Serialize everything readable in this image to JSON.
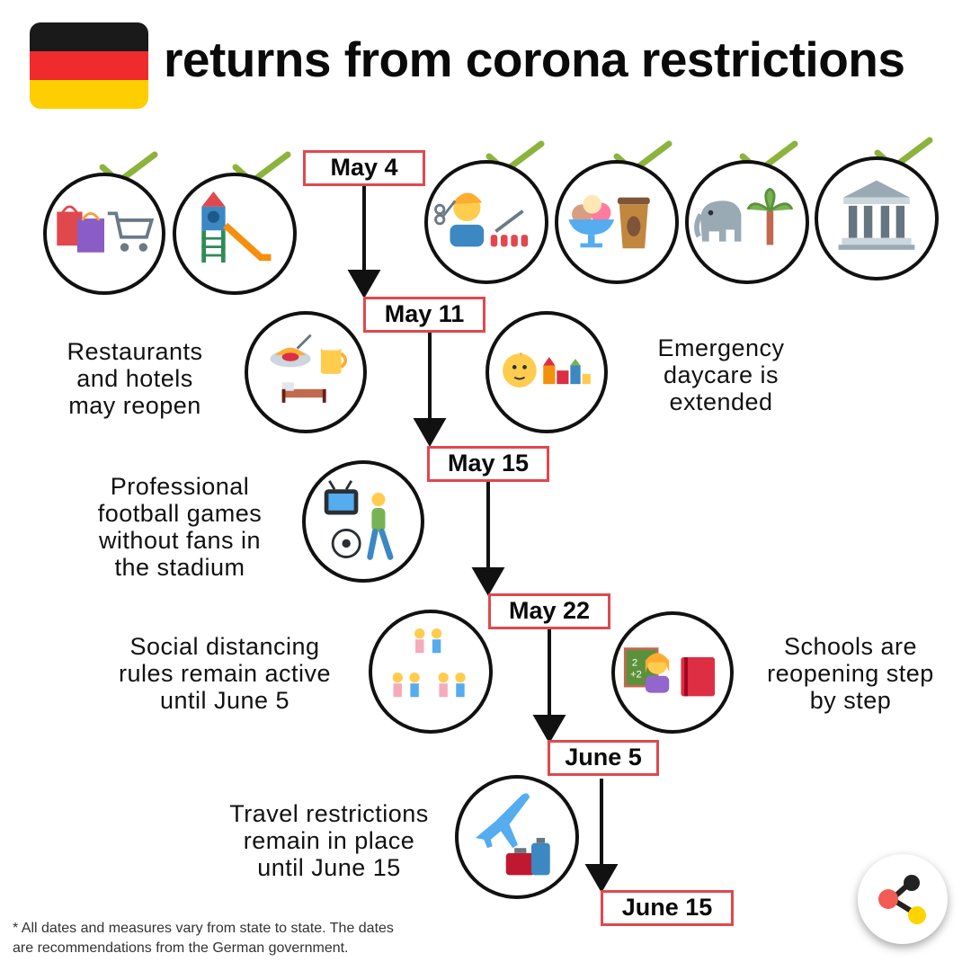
{
  "header": {
    "title": "returns from corona restrictions",
    "flag_colors": [
      "#1a1a1a",
      "#ef2b2d",
      "#ffce00"
    ]
  },
  "timeline": {
    "dates": [
      "May 4",
      "May 11",
      "May 15",
      "May 22",
      "June 5",
      "June 15"
    ],
    "border_color": "#e0484e"
  },
  "icons": {
    "may4": [
      "shopping-icon",
      "playground-icon",
      "hairdresser-icon",
      "ice-cream-coffee-icon",
      "zoo-icon",
      "museum-icon"
    ],
    "check_color": "#8cb43c"
  },
  "labels": {
    "restaurants": [
      "Restaurants",
      "and hotels",
      "may reopen"
    ],
    "daycare": [
      "Emergency",
      "daycare is",
      "extended"
    ],
    "football": [
      "Professional",
      "football games",
      "without fans in",
      "the stadium"
    ],
    "distancing": [
      "Social distancing",
      "rules remain active",
      "until June 5"
    ],
    "schools": [
      "Schools are",
      "reopening step",
      "by step"
    ],
    "travel": [
      "Travel restrictions",
      "remain in place",
      "until June 15"
    ]
  },
  "footnote": [
    "* All dates and measures vary from state to state. The dates",
    "are recommendations from the German government."
  ]
}
